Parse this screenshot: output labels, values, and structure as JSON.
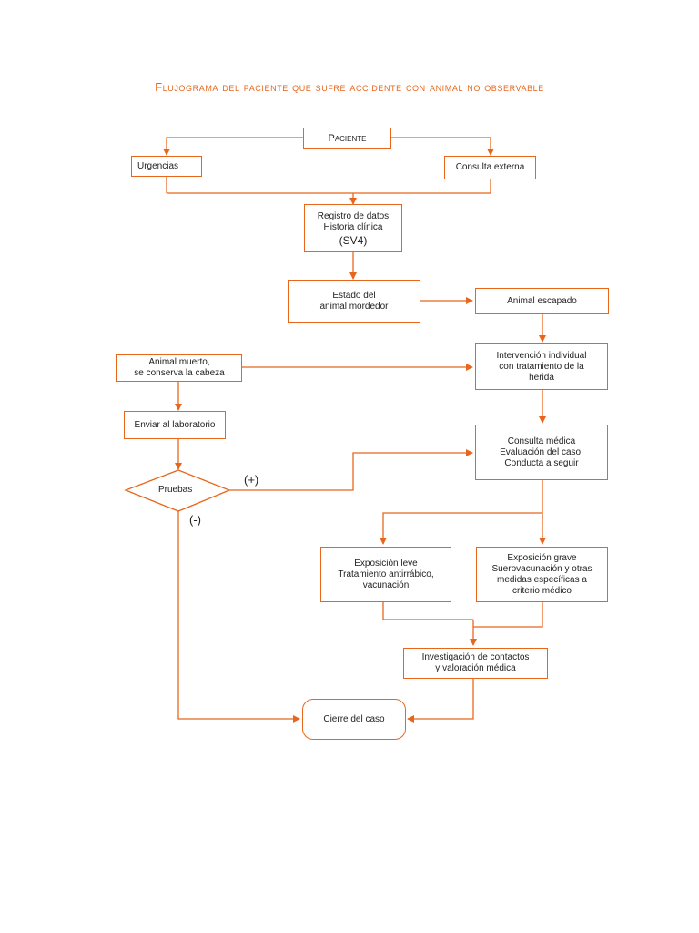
{
  "title": "Flujograma del paciente que sufre accidente con animal no observable",
  "colors": {
    "accent": "#e8661c",
    "text": "#222222"
  },
  "nodes": {
    "paciente": "Paciente",
    "urgencias": "Urgencias",
    "consulta_externa": "Consulta externa",
    "registro": "Registro de datos\nHistoria clínica",
    "registro_code": "(SV4)",
    "estado": "Estado del\nanimal mordedor",
    "animal_escapado": "Animal escapado",
    "animal_muerto": "Animal muerto,\nse conserva la cabeza",
    "intervencion": "Intervención individual\ncon tratamiento de la\nherida",
    "enviar_lab": "Enviar al laboratorio",
    "consulta_medica": "Consulta médica\nEvaluación del caso.\nConducta a seguir",
    "pruebas": "Pruebas",
    "positivo": "(+)",
    "negativo": "(-)",
    "exposicion_leve": "Exposición leve\nTratamiento antirrábico,\nvacunación",
    "exposicion_grave": "Exposición grave\nSuerovacunación y otras\nmedidas específicas a\ncriterio médico",
    "investigacion": "Investigación de contactos\ny valoración médica",
    "cierre": "Cierre del caso"
  }
}
